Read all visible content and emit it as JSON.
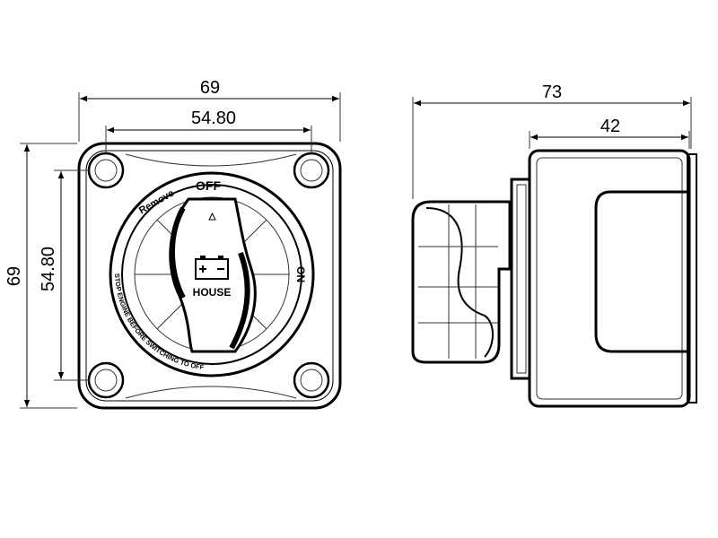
{
  "dimensions": {
    "front_width_overall": "69",
    "front_width_holes": "54.80",
    "front_height_overall": "69",
    "front_height_holes": "54.80",
    "side_depth_overall": "73",
    "side_depth_body": "42"
  },
  "switch_labels": {
    "off": "OFF",
    "on": "ON",
    "remove": "Remove",
    "house": "HOUSE",
    "warning": "STOP ENGINE BEFORE SWITCHING TO OFF"
  },
  "icons": {
    "battery": "battery-icon",
    "arrow": "triangle-icon"
  }
}
